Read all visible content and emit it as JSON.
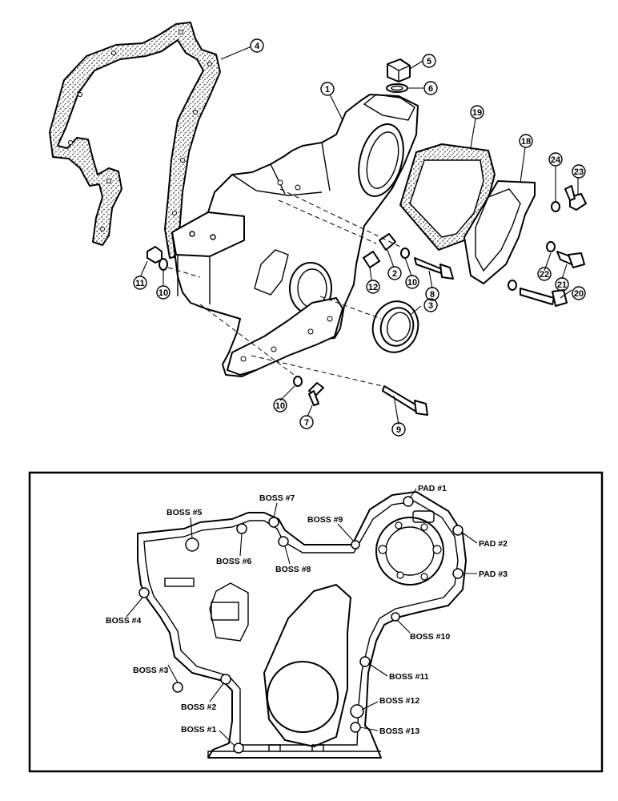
{
  "exploded_view": {
    "callouts": [
      "4",
      "1",
      "5",
      "6",
      "19",
      "18",
      "24",
      "23",
      "11",
      "10",
      "12",
      "2",
      "10",
      "8",
      "22",
      "21",
      "20",
      "3",
      "10",
      "7",
      "9"
    ]
  },
  "boss_view": {
    "labels": [
      "PAD #1",
      "PAD #2",
      "PAD #3",
      "BOSS #7",
      "BOSS #5",
      "BOSS #9",
      "BOSS #6",
      "BOSS #8",
      "BOSS #4",
      "BOSS #10",
      "BOSS #3",
      "BOSS #11",
      "BOSS #12",
      "BOSS #2",
      "BOSS #1",
      "BOSS #13"
    ]
  }
}
